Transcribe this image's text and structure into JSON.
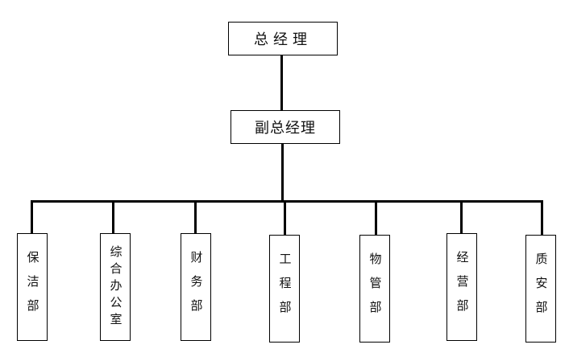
{
  "org_chart": {
    "top": {
      "label": "总经理"
    },
    "deputy": {
      "label": "副总经理"
    },
    "departments": [
      {
        "label": "保洁部"
      },
      {
        "label": "综合办公室"
      },
      {
        "label": "财务部"
      },
      {
        "label": "工程部"
      },
      {
        "label": "物管部"
      },
      {
        "label": "经营部"
      },
      {
        "label": "质安部"
      }
    ]
  }
}
